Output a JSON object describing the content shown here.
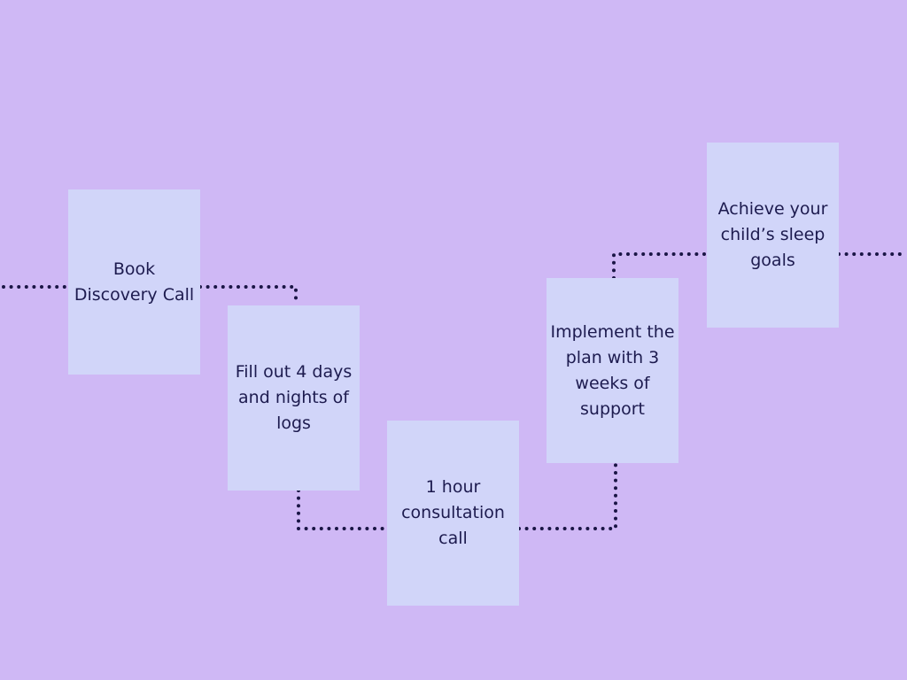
{
  "colors": {
    "background": "#cfb8f5",
    "card": "#d1d5f9",
    "text": "#1d1b4f",
    "connector": "#1a1545"
  },
  "steps": [
    {
      "label": "Book\nDiscovery Call"
    },
    {
      "label": "Fill out 4 days\nand nights of\nlogs"
    },
    {
      "label": "1 hour\nconsultation\ncall"
    },
    {
      "label": "Implement the\nplan with 3\nweeks of\nsupport"
    },
    {
      "label": "Achieve your\nchild’s sleep\ngoals"
    }
  ]
}
